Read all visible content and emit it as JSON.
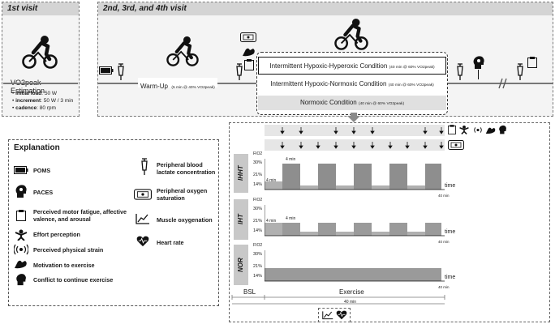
{
  "visit1": {
    "header": "1st visit",
    "estimation": "VO2peak Estimation",
    "details": [
      {
        "key": "initial load",
        "value": ": 50 W"
      },
      {
        "key": "increment",
        "value": ": 50 W / 3 min"
      },
      {
        "key": "cadence",
        "value": ": 80 rpm"
      }
    ]
  },
  "visit2": {
    "header": "2nd, 3rd, and 4th visit",
    "warmup": "Warm-Up",
    "warmup_detail": "(5 min @ 40% VO2peak)",
    "conditions": [
      {
        "name": "Intermittent Hypoxic-Hyperoxic Condition",
        "detail": "(40 min @ 60% VO2peak)"
      },
      {
        "name": "Intermittent Hypoxic-Normoxic Condition",
        "detail": "(40 min @ 60% VO2peak)"
      },
      {
        "name": "Normoxic Condition",
        "detail": "(40 min @ 60% VO2peak)"
      }
    ]
  },
  "explanation": {
    "title": "Explanation",
    "left": [
      {
        "icon": "poms-battery-icon",
        "label": "POMS"
      },
      {
        "icon": "paces-head-icon",
        "label": "PACES"
      },
      {
        "icon": "clipboard-icon",
        "label": "Perceived motor fatigue, affective valence, and arousal"
      },
      {
        "icon": "effort-icon",
        "label": "Effort perception"
      },
      {
        "icon": "physical-strain-icon",
        "label": "Perceived physical strain"
      },
      {
        "icon": "motivation-arm-icon",
        "label": "Motivation to exercise"
      },
      {
        "icon": "conflict-head-icon",
        "label": "Conflict to continue exercise"
      }
    ],
    "right": [
      {
        "icon": "blood-lactate-icon",
        "label": "Peripheral blood lactate concentration"
      },
      {
        "icon": "oximeter-icon",
        "label": "Peripheral oxygen saturation"
      },
      {
        "icon": "muscle-oxygenation-icon",
        "label": "Muscle oxygenation"
      },
      {
        "icon": "heart-rate-icon",
        "label": "Heart rate"
      }
    ]
  },
  "chart": {
    "panels": [
      {
        "tag": "IHHT",
        "y_label": "FIO2",
        "ticks": [
          "30%",
          "21%",
          "14%"
        ],
        "bsl_label": "4 min",
        "hyp_label": "4 min",
        "x_label": "time",
        "end_label": "40 min"
      },
      {
        "tag": "IHT",
        "y_label": "FIO2",
        "ticks": [
          "30%",
          "21%",
          "14%"
        ],
        "bsl_label": "4 min",
        "hyp_label": "4 min",
        "x_label": "time",
        "end_label": "40 min"
      },
      {
        "tag": "NOR",
        "y_label": "FIO2",
        "ticks": [
          "30%",
          "21%",
          "14%"
        ],
        "x_label": "time",
        "end_label": "40 min"
      }
    ],
    "bsl": "BSL",
    "exercise": "Exercise",
    "total": "40 min"
  }
}
